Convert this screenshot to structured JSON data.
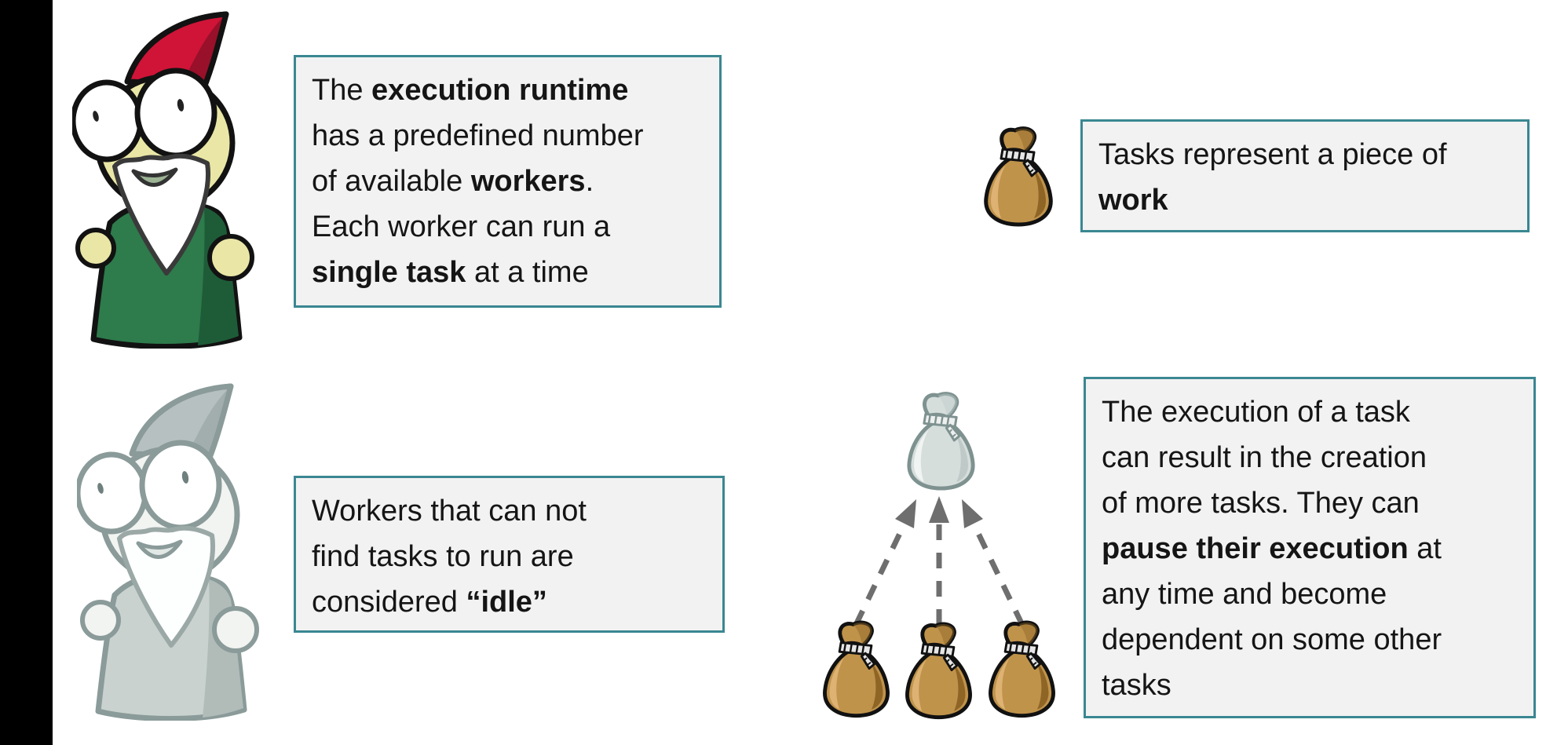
{
  "slide": {
    "topic": "execution runtime, workers and tasks",
    "colors": {
      "box_border": "#3A8791",
      "box_fill": "#F2F2F2",
      "text": "#151515",
      "sidebar": "#000000",
      "arrow": "#6E6E6E",
      "task_bag_brown": "#C0934B",
      "new_task_bag_gray": "#D6DEDC",
      "worker_robe_green": "#2E7B4C",
      "worker_hat_red": "#CF1437",
      "idle_worker_gray": "#C9D2CF"
    },
    "icons": [
      "worker-gnome-icon",
      "idle-worker-gnome-icon",
      "task-bag-icon",
      "new-task-bag-icon",
      "dependency-arrow-icon"
    ]
  },
  "boxes": {
    "runtime": {
      "lines": [
        [
          {
            "t": "The ",
            "b": 0
          },
          {
            "t": "execution runtime",
            "b": 1
          }
        ],
        [
          {
            "t": "has a predefined number",
            "b": 0
          }
        ],
        [
          {
            "t": "of available ",
            "b": 0
          },
          {
            "t": "workers",
            "b": 1
          },
          {
            "t": ".",
            "b": 0
          }
        ],
        [
          {
            "t": "Each worker can run a",
            "b": 0
          }
        ],
        [
          {
            "t": "single task",
            "b": 1
          },
          {
            "t": " at a time",
            "b": 0
          }
        ]
      ]
    },
    "task": {
      "lines": [
        [
          {
            "t": "Tasks represent a piece of",
            "b": 0
          }
        ],
        [
          {
            "t": "work",
            "b": 1
          }
        ]
      ]
    },
    "idle": {
      "lines": [
        [
          {
            "t": "Workers that can not",
            "b": 0
          }
        ],
        [
          {
            "t": "find tasks to run are",
            "b": 0
          }
        ],
        [
          {
            "t": "considered ",
            "b": 0
          },
          {
            "t": "“idle”",
            "b": 1
          }
        ]
      ]
    },
    "spawn": {
      "lines": [
        [
          {
            "t": "The execution of a task",
            "b": 0
          }
        ],
        [
          {
            "t": "can result in the creation",
            "b": 0
          }
        ],
        [
          {
            "t": "of more tasks. They can",
            "b": 0
          }
        ],
        [
          {
            "t": "pause their execution",
            "b": 1
          },
          {
            "t": " at",
            "b": 0
          }
        ],
        [
          {
            "t": "any time and become",
            "b": 0
          }
        ],
        [
          {
            "t": "dependent on some other",
            "b": 0
          }
        ],
        [
          {
            "t": "tasks",
            "b": 0
          }
        ]
      ]
    }
  }
}
